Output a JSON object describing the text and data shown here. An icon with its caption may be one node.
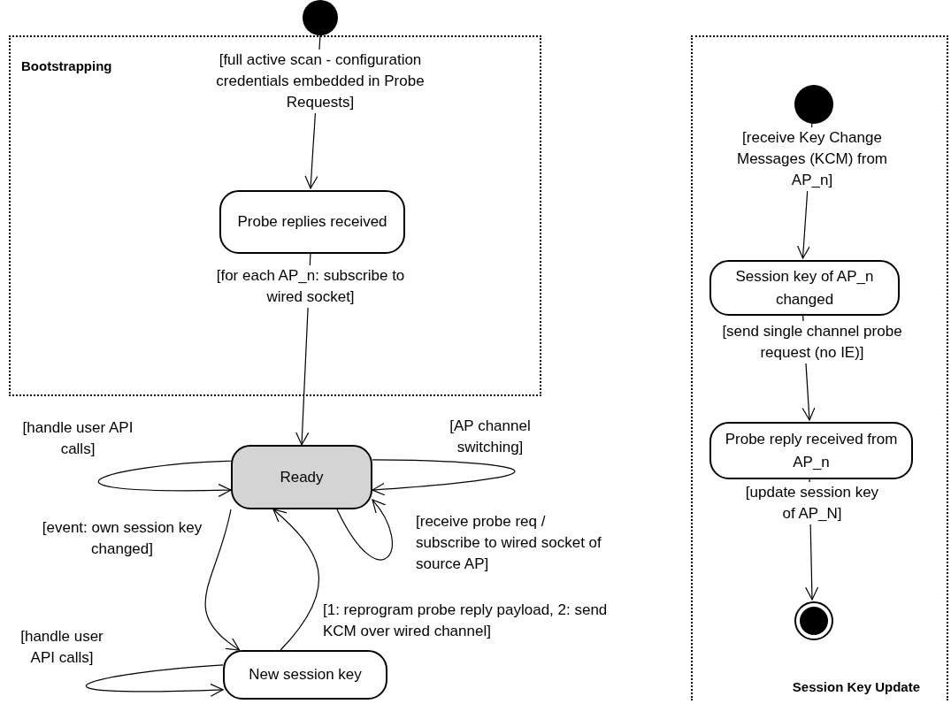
{
  "diagram": {
    "nodes": [
      {
        "text": [],
        "shape": "circle"
      },
      {
        "text": [
          "Bootstrapping"
        ]
      },
      {
        "text": [
          "Probe replies received"
        ],
        "in": 1
      },
      {
        "text": [
          "Ready"
        ]
      },
      {
        "text": [
          "New session key"
        ]
      },
      {
        "text": [
          "Session Key Update"
        ]
      },
      {
        "text": [],
        "shape": "circle",
        "in": 5
      },
      {
        "text": [
          "Session key of AP_n changed"
        ],
        "in": 5
      },
      {
        "text": [
          "Probe reply received from AP_n"
        ],
        "in": 5
      },
      {
        "text": [],
        "shape": "bullseye",
        "in": 5
      }
    ],
    "edges": [
      {
        "from": 0,
        "to": 2,
        "arrow": "to",
        "label": "[full active scan - configuration credentials embedded in Probe Requests]"
      },
      {
        "from": 2,
        "to": 3,
        "arrow": "to",
        "label": "[for each AP_n: subscribe to wired socket]"
      },
      {
        "from": 3,
        "to": 3,
        "arrow": "to",
        "label": "[handle user API calls]"
      },
      {
        "from": 3,
        "to": 3,
        "arrow": "to",
        "label": "[AP channel switching]"
      },
      {
        "from": 3,
        "to": 3,
        "arrow": "to",
        "label": "[receive probe req / subscribe to wired socket of source AP]"
      },
      {
        "from": 3,
        "to": 4,
        "arrow": "to",
        "label": "[event: own session key changed]"
      },
      {
        "from": 4,
        "to": 3,
        "arrow": "to",
        "label": "[1: reprogram probe reply payload, 2: send KCM over wired channel]"
      },
      {
        "from": 4,
        "to": 4,
        "arrow": "to",
        "label": "[handle user API calls]"
      },
      {
        "from": 6,
        "to": 7,
        "arrow": "to",
        "label": "[receive Key Change Messages (KCM) from AP_n]"
      },
      {
        "from": 7,
        "to": 8,
        "arrow": "to",
        "label": "[send single channel probe request (no IE)]"
      },
      {
        "from": 8,
        "to": 9,
        "arrow": "to",
        "label": "[update session key of AP_N]"
      }
    ]
  }
}
